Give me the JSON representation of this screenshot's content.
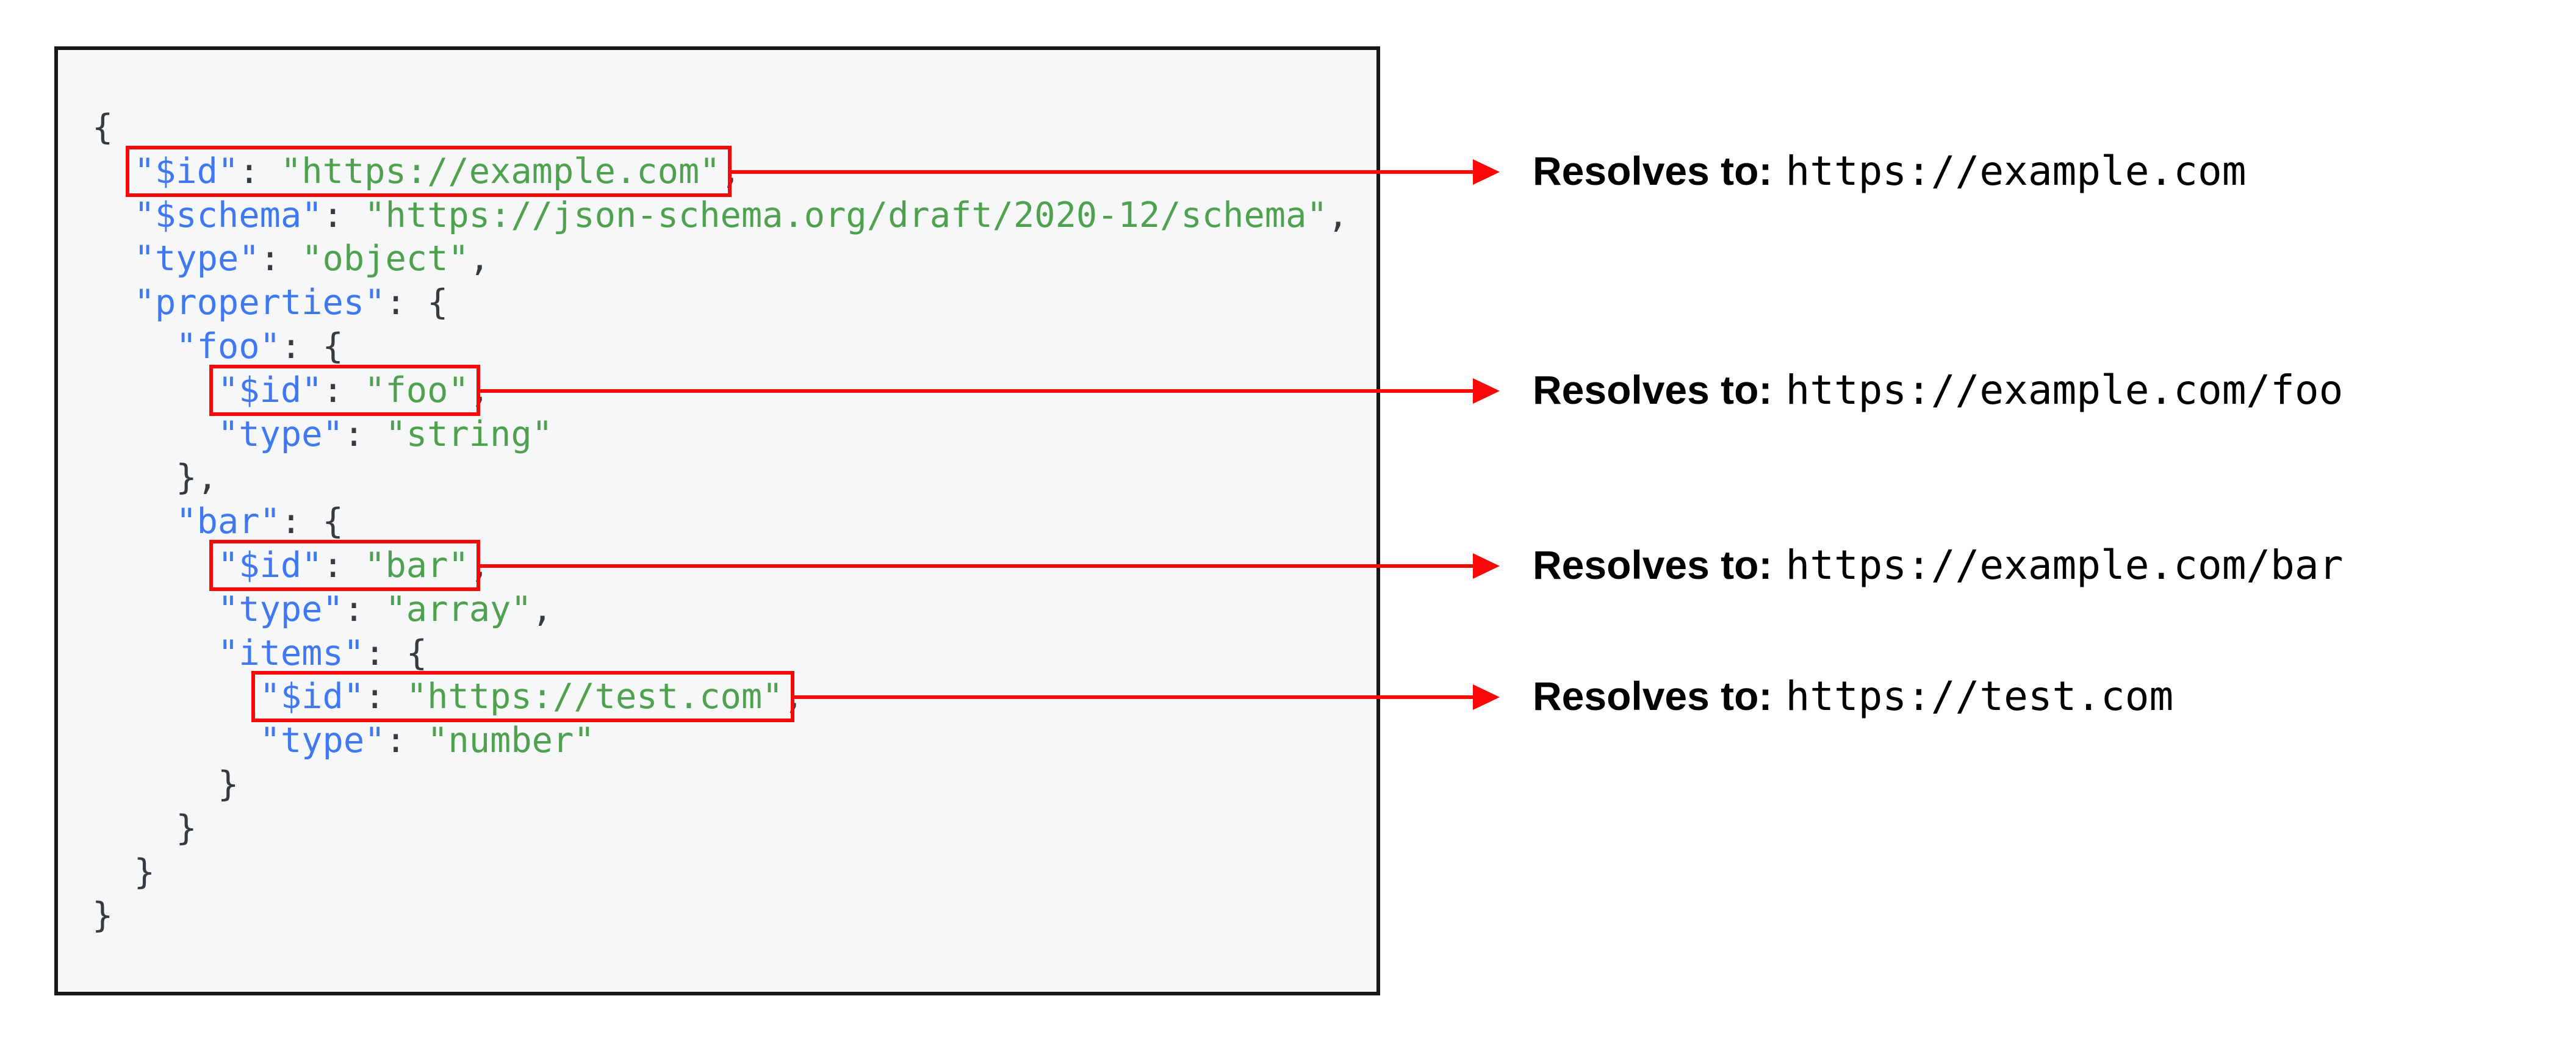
{
  "colors": {
    "key": "#4078f2",
    "string": "#50a14f",
    "punctuation": "#383a42",
    "arrow_red": "#fa0707",
    "panel_bg": "#f6f7f8",
    "panel_border": "#181818",
    "annotation_text": "#000000"
  },
  "code": {
    "lines": [
      {
        "plain": [
          [
            "p",
            "{"
          ]
        ]
      },
      {
        "indent": "  ",
        "boxed": [
          [
            "k",
            "\"$id\""
          ],
          [
            "p",
            ": "
          ],
          [
            "s",
            "\"https://example.com\""
          ]
        ],
        "after": [
          [
            "p",
            ","
          ]
        ]
      },
      {
        "plain": [
          [
            "p",
            "  "
          ],
          [
            "k",
            "\"$schema\""
          ],
          [
            "p",
            ": "
          ],
          [
            "s",
            "\"https://json-schema.org/draft/2020-12/schema\""
          ],
          [
            "p",
            ","
          ]
        ]
      },
      {
        "plain": [
          [
            "p",
            "  "
          ],
          [
            "k",
            "\"type\""
          ],
          [
            "p",
            ": "
          ],
          [
            "s",
            "\"object\""
          ],
          [
            "p",
            ","
          ]
        ]
      },
      {
        "plain": [
          [
            "p",
            "  "
          ],
          [
            "k",
            "\"properties\""
          ],
          [
            "p",
            ": {"
          ]
        ]
      },
      {
        "plain": [
          [
            "p",
            "    "
          ],
          [
            "k",
            "\"foo\""
          ],
          [
            "p",
            ": {"
          ]
        ]
      },
      {
        "indent": "      ",
        "boxed": [
          [
            "k",
            "\"$id\""
          ],
          [
            "p",
            ": "
          ],
          [
            "s",
            "\"foo\""
          ]
        ],
        "after": [
          [
            "p",
            ","
          ]
        ]
      },
      {
        "plain": [
          [
            "p",
            "      "
          ],
          [
            "k",
            "\"type\""
          ],
          [
            "p",
            ": "
          ],
          [
            "s",
            "\"string\""
          ]
        ]
      },
      {
        "plain": [
          [
            "p",
            "    },"
          ]
        ]
      },
      {
        "plain": [
          [
            "p",
            "    "
          ],
          [
            "k",
            "\"bar\""
          ],
          [
            "p",
            ": {"
          ]
        ]
      },
      {
        "indent": "      ",
        "boxed": [
          [
            "k",
            "\"$id\""
          ],
          [
            "p",
            ": "
          ],
          [
            "s",
            "\"bar\""
          ]
        ],
        "after": [
          [
            "p",
            ","
          ]
        ]
      },
      {
        "plain": [
          [
            "p",
            "      "
          ],
          [
            "k",
            "\"type\""
          ],
          [
            "p",
            ": "
          ],
          [
            "s",
            "\"array\""
          ],
          [
            "p",
            ","
          ]
        ]
      },
      {
        "plain": [
          [
            "p",
            "      "
          ],
          [
            "k",
            "\"items\""
          ],
          [
            "p",
            ": {"
          ]
        ]
      },
      {
        "indent": "        ",
        "boxed": [
          [
            "k",
            "\"$id\""
          ],
          [
            "p",
            ": "
          ],
          [
            "s",
            "\"https://test.com\""
          ]
        ],
        "after": [
          [
            "p",
            ","
          ]
        ]
      },
      {
        "plain": [
          [
            "p",
            "        "
          ],
          [
            "k",
            "\"type\""
          ],
          [
            "p",
            ": "
          ],
          [
            "s",
            "\"number\""
          ]
        ]
      },
      {
        "plain": [
          [
            "p",
            "      }"
          ]
        ]
      },
      {
        "plain": [
          [
            "p",
            "    }"
          ]
        ]
      },
      {
        "plain": [
          [
            "p",
            "  }"
          ]
        ]
      },
      {
        "plain": [
          [
            "p",
            "}"
          ]
        ]
      }
    ]
  },
  "annotations": [
    {
      "label": "Resolves to:",
      "value": "https://example.com"
    },
    {
      "label": "Resolves to:",
      "value": "https://example.com/foo"
    },
    {
      "label": "Resolves to:",
      "value": "https://example.com/bar"
    },
    {
      "label": "Resolves to:",
      "value": "https://test.com"
    }
  ]
}
